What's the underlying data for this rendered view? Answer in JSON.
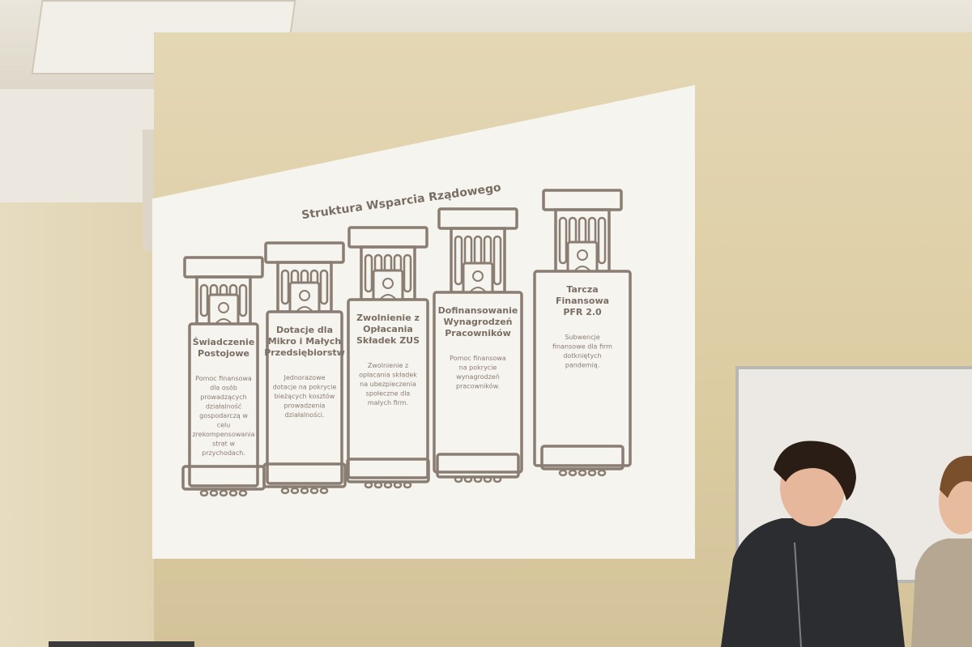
{
  "slide": {
    "title": "Struktura Wsparcia Rządowego",
    "columns": [
      {
        "heading": [
          "Świadczenie",
          "Postojowe"
        ],
        "body": [
          "Pomoc finansowa",
          "dla osób",
          "prowadzących",
          "działalność",
          "gospodarczą w",
          "celu",
          "zrekompensowania",
          "strat w",
          "przychodach."
        ],
        "icon": "person-document-icon"
      },
      {
        "heading": [
          "Dotacje dla",
          "Mikro i Małych",
          "Przedsiębiorstw"
        ],
        "body": [
          "Jednorazowe",
          "dotacje na pokrycie",
          "bieżących kosztów",
          "prowadzenia",
          "działalności."
        ],
        "icon": "camera-person-icon"
      },
      {
        "heading": [
          "Zwolnienie z",
          "Opłacania",
          "Składek ZUS"
        ],
        "body": [
          "Zwolnienie z",
          "opłacania składek",
          "na ubezpieczenia",
          "społeczne dla",
          "małych firm."
        ],
        "icon": "worker-icon"
      },
      {
        "heading": [
          "Dofinansowanie",
          "Wynagrodzeń",
          "Pracowników"
        ],
        "body": [
          "Pomoc finansowa",
          "na pokrycie",
          "wynagrodzeń",
          "pracowników."
        ],
        "icon": "people-exchange-icon"
      },
      {
        "heading": [
          "Tarcza",
          "Finansowa",
          "PFR 2.0"
        ],
        "body": [
          "Subwencje",
          "finansowe dla firm",
          "dotkniętych",
          "pandemią."
        ],
        "icon": "group-circle-icon"
      }
    ]
  },
  "colors": {
    "ink": "#8a7d72",
    "heading": "#7a6e64",
    "screen": "#f6f4ef",
    "hoodie": "#2c2d30",
    "hair": "#2a1d16"
  }
}
